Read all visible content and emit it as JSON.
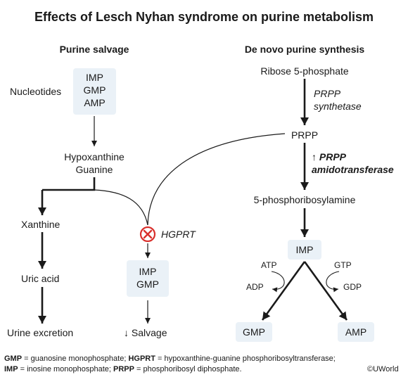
{
  "title": "Effects of Lesch Nyhan syndrome on purine metabolism",
  "left": {
    "heading": "Purine salvage",
    "nucleotides_label": "Nucleotides",
    "nucleotide_box": [
      "IMP",
      "GMP",
      "AMP"
    ],
    "hypoxanthine": "Hypoxanthine",
    "guanine": "Guanine",
    "xanthine": "Xanthine",
    "uric_acid": "Uric acid",
    "urine_excretion": "Urine excretion",
    "hgprt": "HGPRT",
    "salvage_box": [
      "IMP",
      "GMP"
    ],
    "salvage_result": "↓ Salvage"
  },
  "right": {
    "heading": "De novo purine synthesis",
    "ribose": "Ribose 5-phosphate",
    "prpp_synthetase": [
      "PRPP",
      "synthetase"
    ],
    "prpp": "PRPP",
    "amidotransferase": [
      "↑ PRPP",
      "amidotransferase"
    ],
    "phosphoribosylamine": "5-phosphoribosylamine",
    "imp": "IMP",
    "atp": "ATP",
    "adp": "ADP",
    "gtp": "GTP",
    "gdp": "GDP",
    "gmp": "GMP",
    "amp": "AMP"
  },
  "footer": {
    "line1": [
      {
        "abbr": "GMP",
        "def": " = guanosine monophosphate; "
      },
      {
        "abbr": "HGPRT",
        "def": " = hypoxanthine-guanine phosphoribosyltransferase;"
      }
    ],
    "line2": [
      {
        "abbr": "IMP",
        "def": " = inosine monophosphate; "
      },
      {
        "abbr": "PRPP",
        "def": " = phosphoribosyl diphosphate."
      }
    ],
    "copyright": "©UWorld"
  },
  "colors": {
    "box_fill": "#eaf1f7",
    "block_red": "#d9302c",
    "line": "#1a1a1a"
  },
  "icons": [
    "block-icon"
  ]
}
